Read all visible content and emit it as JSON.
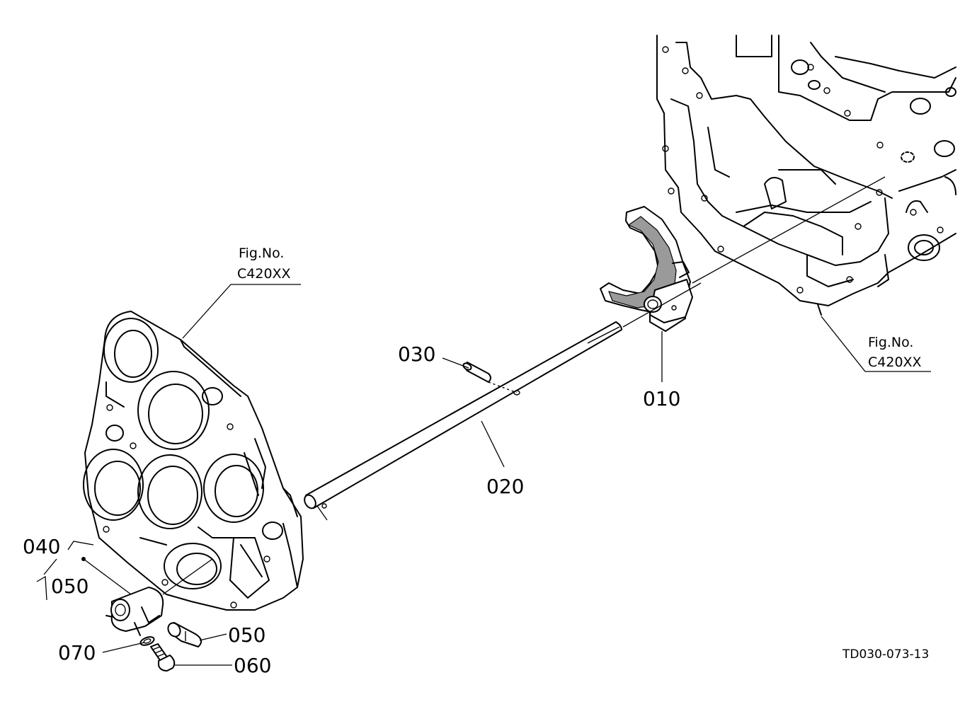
{
  "parts": {
    "p010": "010",
    "p020": "020",
    "p030": "030",
    "p040": "040",
    "p050_group": "050",
    "p050": "050",
    "p060": "060",
    "p070": "070"
  },
  "fig_refs": {
    "left": {
      "line1": "Fig.No.",
      "line2": "C420XX"
    },
    "right": {
      "line1": "Fig.No.",
      "line2": "C420XX"
    }
  },
  "drawing_code": "TD030-073-13"
}
